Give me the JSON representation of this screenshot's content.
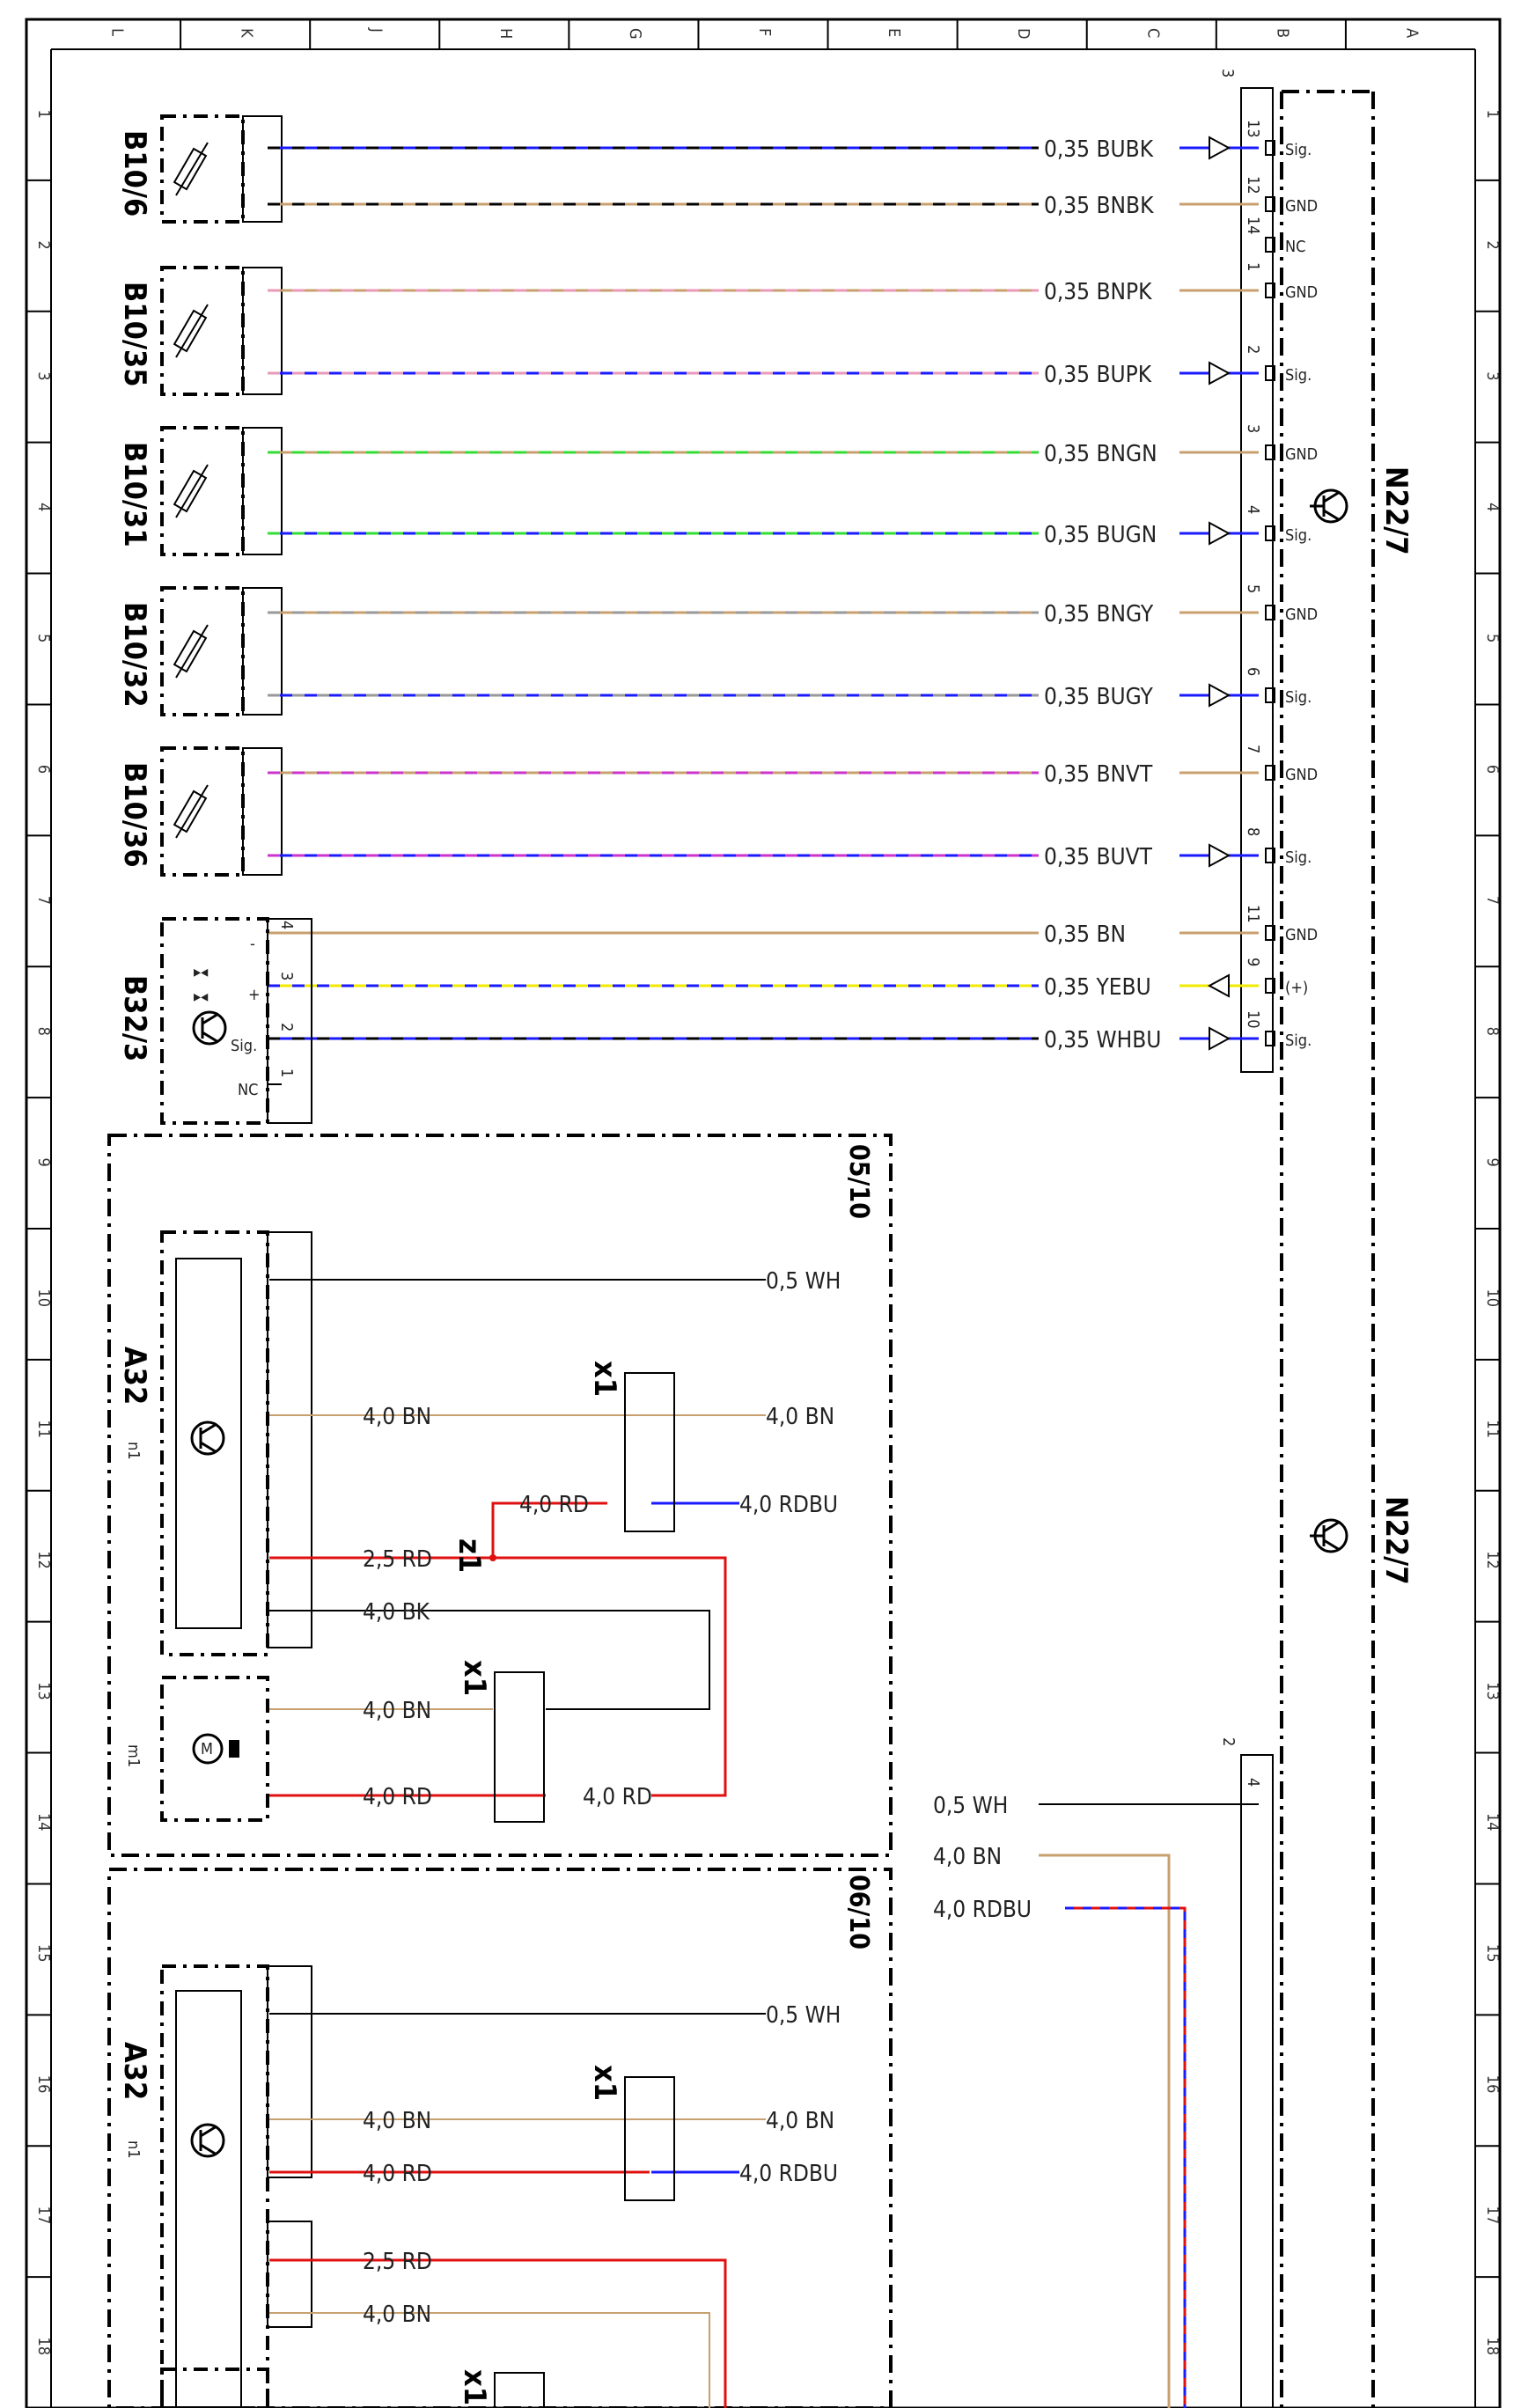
{
  "grid": {
    "columns": [
      "L",
      "K",
      "J",
      "H",
      "G",
      "F",
      "E",
      "D",
      "C",
      "B",
      "A"
    ],
    "rows": [
      "1",
      "2",
      "3",
      "4",
      "5",
      "6",
      "7",
      "8",
      "9",
      "10",
      "11",
      "12",
      "13",
      "14",
      "15",
      "16",
      "17",
      "18"
    ]
  },
  "components": {
    "b10_6": "B10/6",
    "b10_35": "B10/35",
    "b10_31": "B10/31",
    "b10_32": "B10/32",
    "b10_36": "B10/36",
    "b32_3": "B32/3",
    "a32_top": "A32",
    "a32_bottom": "A32",
    "n1_top": "n1",
    "n1_bottom": "n1",
    "m1": "m1",
    "n22_7_top": "N22/7",
    "n22_7_bottom": "N22/7",
    "x1_a": "x1",
    "x1_b": "x1",
    "x1_c": "x1",
    "x1_d": "x1",
    "z1": "z1"
  },
  "ecu_connector_top": "3",
  "ecu_connector_bottom": "2",
  "sensor_wires": [
    {
      "label": "0,35  BUBK",
      "pin": "13",
      "func": "Sig."
    },
    {
      "label": "0,35  BNBK",
      "pin": "12",
      "func": "GND"
    },
    {
      "label": "",
      "pin": "14",
      "func": "NC"
    },
    {
      "label": "0,35  BNPK",
      "pin": "1",
      "func": "GND"
    },
    {
      "label": "0,35  BUPK",
      "pin": "2",
      "func": "Sig."
    },
    {
      "label": "0,35  BNGN",
      "pin": "3",
      "func": "GND"
    },
    {
      "label": "0,35  BUGN",
      "pin": "4",
      "func": "Sig."
    },
    {
      "label": "0,35  BNGY",
      "pin": "5",
      "func": "GND"
    },
    {
      "label": "0,35  BUGY",
      "pin": "6",
      "func": "Sig."
    },
    {
      "label": "0,35  BNVT",
      "pin": "7",
      "func": "GND"
    },
    {
      "label": "0,35  BUVT",
      "pin": "8",
      "func": "Sig."
    },
    {
      "label": "0,35  BN",
      "pin": "11",
      "func": "GND"
    },
    {
      "label": "0,35  YEBU",
      "pin": "9",
      "func": "(+)"
    },
    {
      "label": "0,35  WHBU",
      "pin": "10",
      "func": "Sig."
    }
  ],
  "b32_pins": {
    "minus": "-",
    "plus": "+",
    "sig": "Sig.",
    "nc": "NC"
  },
  "refs": {
    "top": "05/10",
    "bottom": "06/10"
  },
  "a32_top_wires": {
    "w1": "0,5  WH",
    "w2": "4,0  BN",
    "w2b": "4,0  BN",
    "w3": "4,0  RD",
    "w3b": "4,0  RDBU",
    "w4": "2,5  RD",
    "w5": "4,0  BK",
    "m1a": "4,0  BN",
    "m1b": "4,0  RD",
    "m1c": "4,0  RD"
  },
  "ecu_bottom_wires": {
    "wh": "0,5  WH",
    "bn": "4,0  BN",
    "rdbu": "4,0  RDBU",
    "pin": "4"
  },
  "a32_bottom_wires": {
    "w1": "0,5  WH",
    "w2": "4,0  BN",
    "w2b": "4,0  BN",
    "w3": "4,0  RD",
    "w3b": "4,0  RDBU",
    "w4": "2,5  RD",
    "w5": "4,0  BN"
  },
  "colors": {
    "blue": "#1a1aff",
    "brown": "#c8a070",
    "pink": "#e89ab8",
    "green": "#33dd33",
    "gray": "#999999",
    "violet": "#cc33cc",
    "yellow": "#f2ea00",
    "red": "#e01010",
    "black": "#000000"
  }
}
